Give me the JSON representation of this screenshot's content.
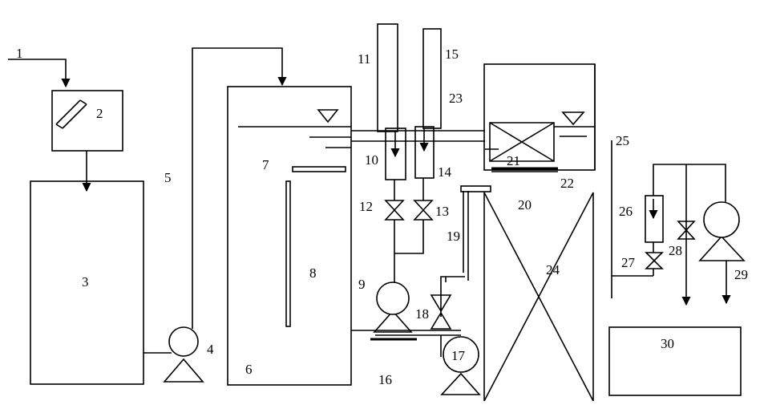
{
  "labels": [
    "1",
    "2",
    "3",
    "4",
    "5",
    "6",
    "7",
    "8",
    "9",
    "10",
    "11",
    "12",
    "13",
    "14",
    "15",
    "16",
    "17",
    "18",
    "19",
    "20",
    "21",
    "22",
    "23",
    "24",
    "25",
    "26",
    "27",
    "28",
    "29",
    "30"
  ]
}
